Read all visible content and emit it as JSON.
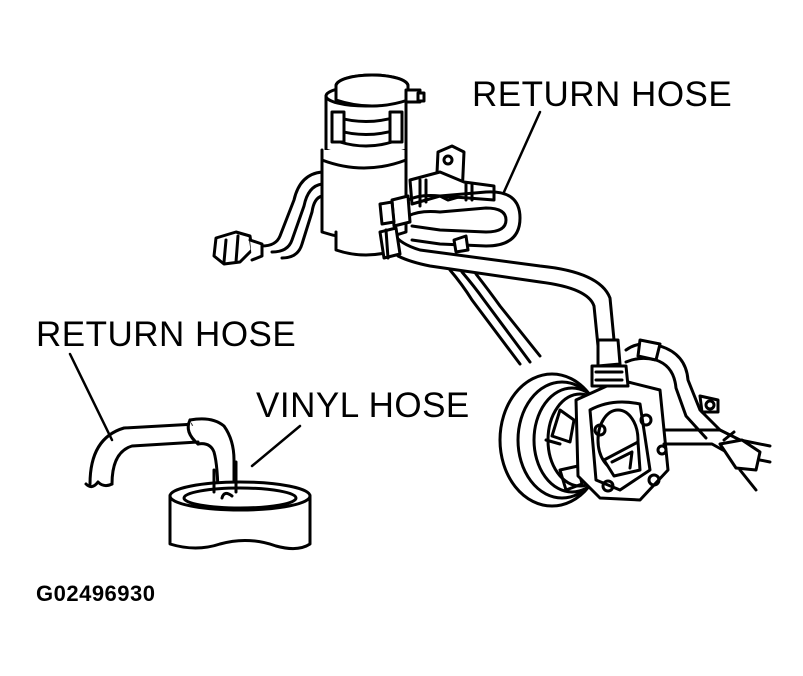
{
  "labels": {
    "return_hose_top": "RETURN HOSE",
    "return_hose_left": "RETURN HOSE",
    "vinyl_hose": "VINYL HOSE",
    "figure_code": "G02496930"
  },
  "colors": {
    "line": "#000000",
    "background": "#ffffff"
  }
}
